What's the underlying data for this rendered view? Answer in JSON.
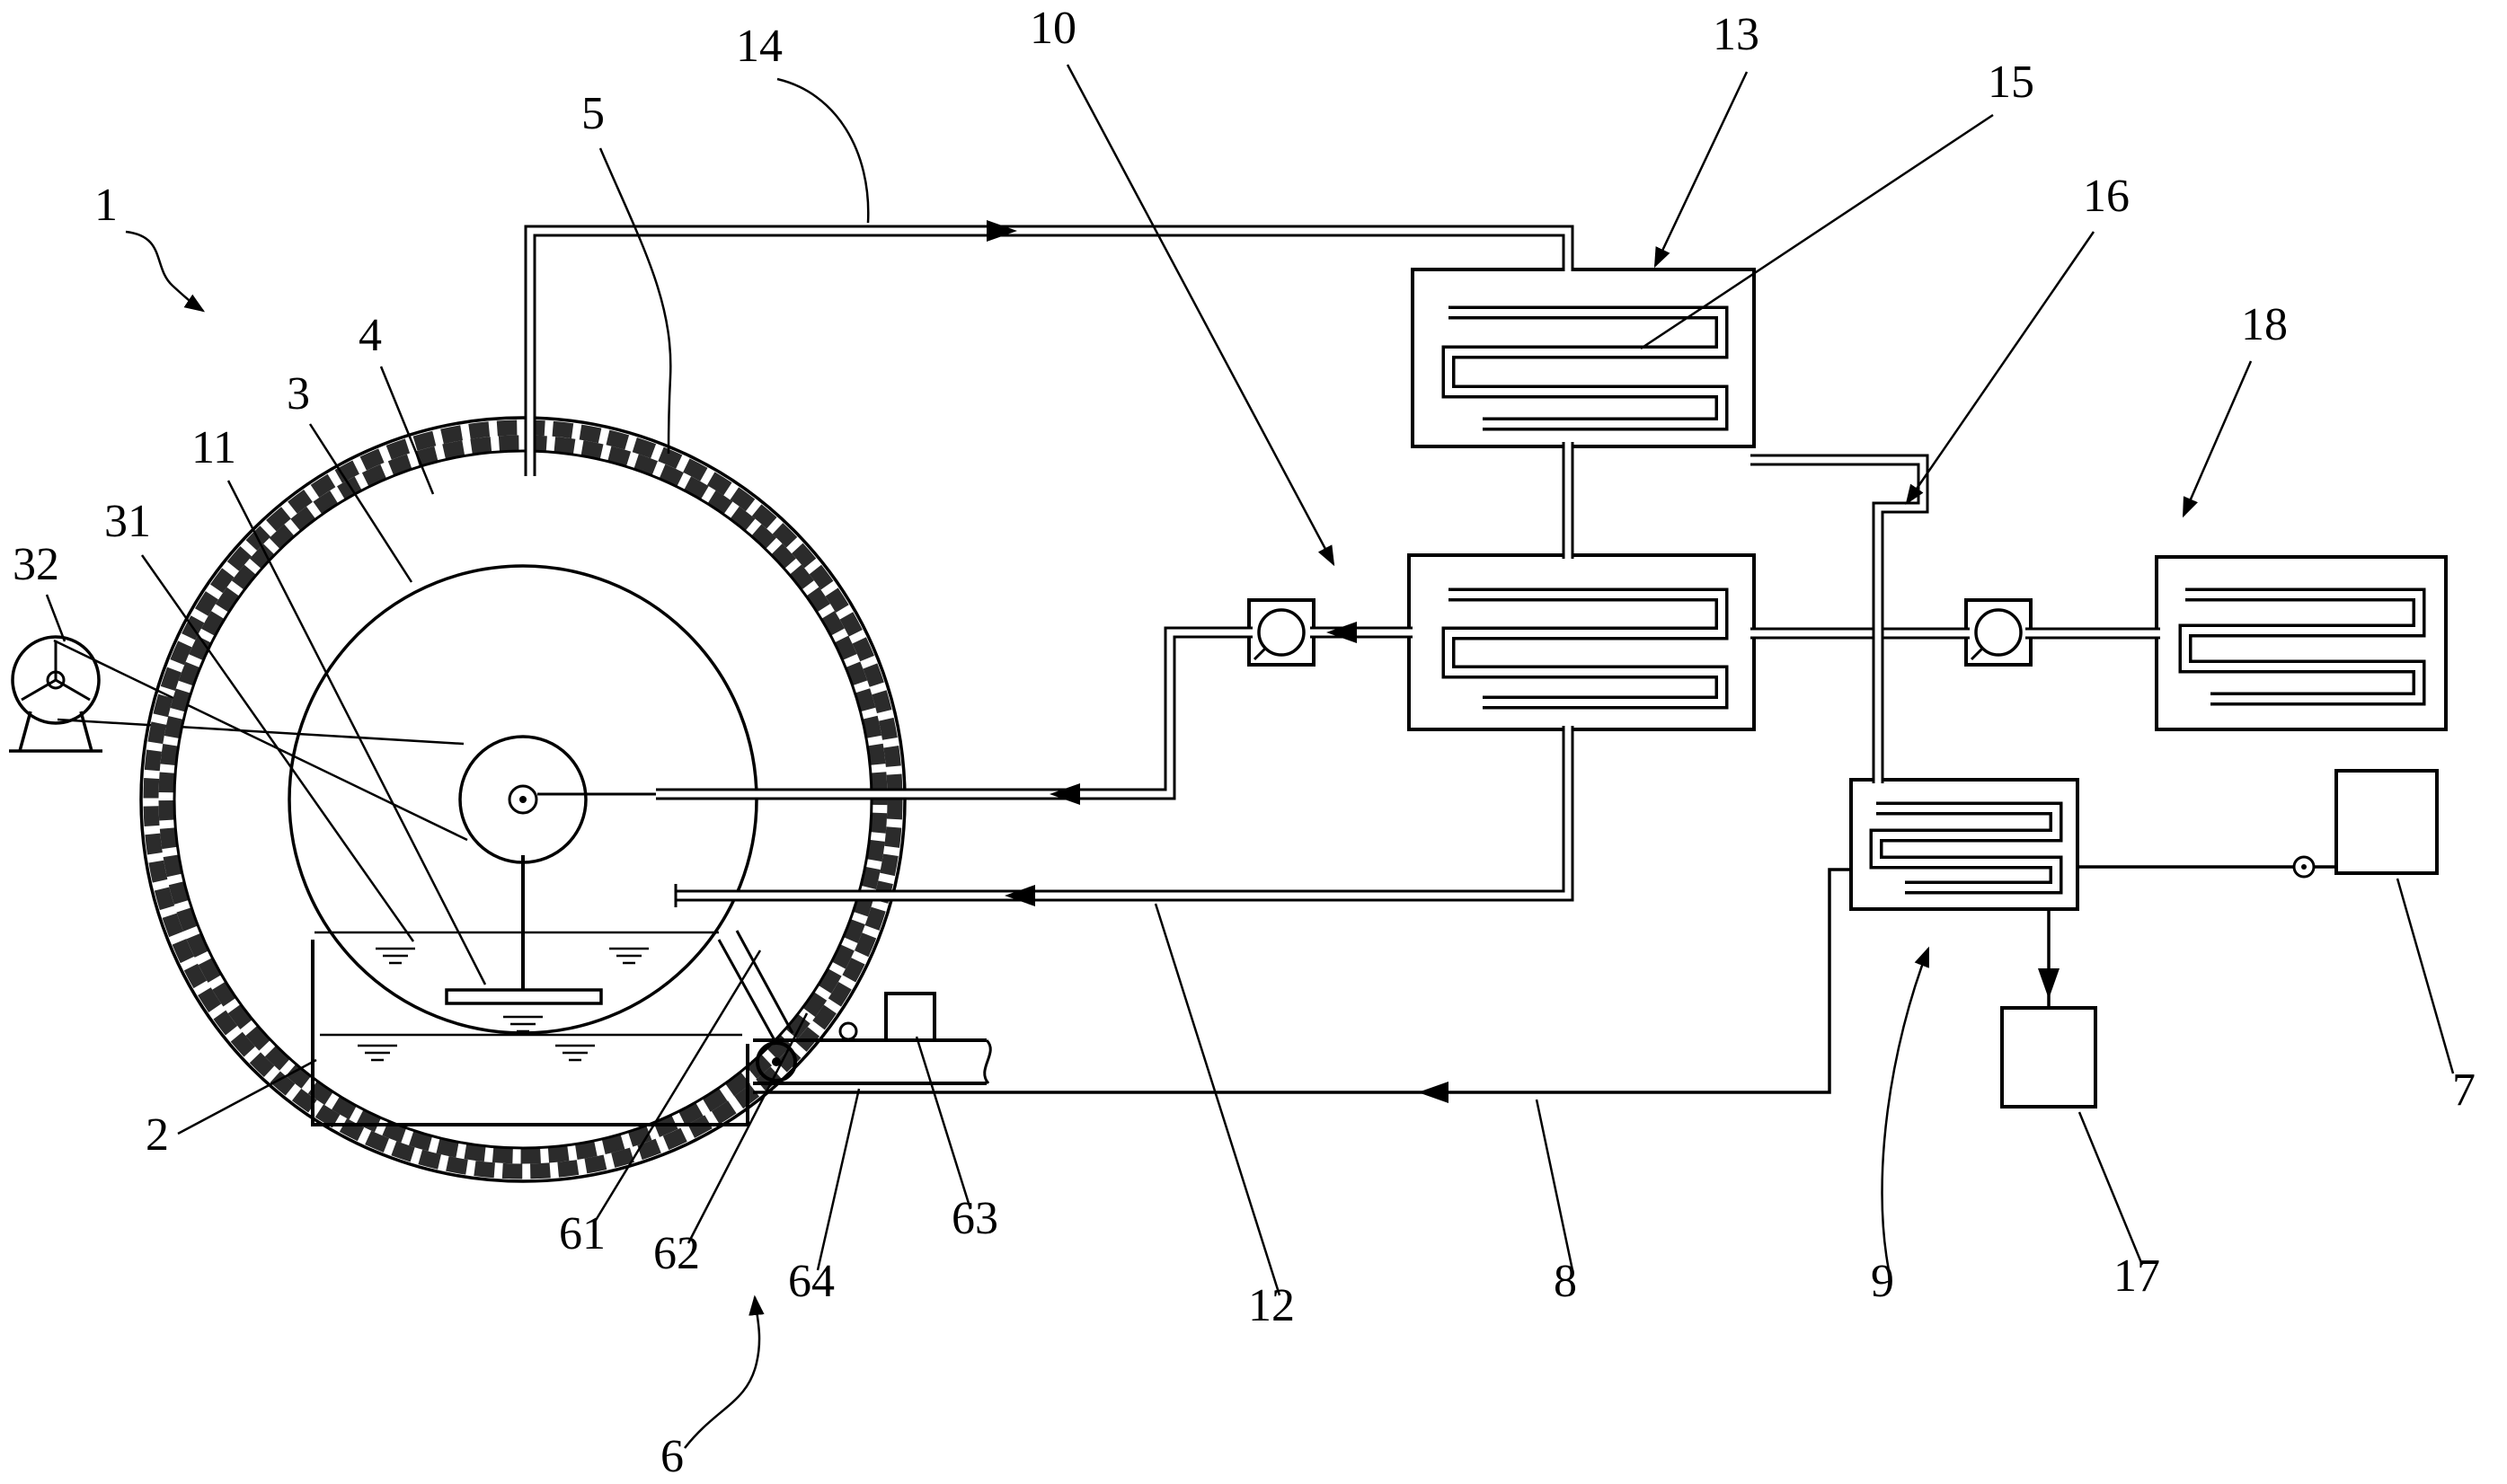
{
  "figure": {
    "type": "patent-schematic-diagram",
    "background_color": "#ffffff",
    "ink_color": "#000000",
    "hatch_color": "#2b2b2b"
  },
  "labels": {
    "n1": "1",
    "n2": "2",
    "n3": "3",
    "n4": "4",
    "n5": "5",
    "n6": "6",
    "n7": "7",
    "n8": "8",
    "n9": "9",
    "n10": "10",
    "n11": "11",
    "n12": "12",
    "n13": "13",
    "n14": "14",
    "n15": "15",
    "n16": "16",
    "n17": "17",
    "n18": "18",
    "n31": "31",
    "n32": "32",
    "n61": "61",
    "n62": "62",
    "n63": "63",
    "n64": "64"
  }
}
